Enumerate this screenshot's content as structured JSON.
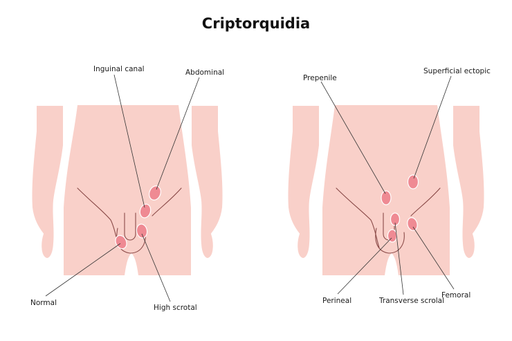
{
  "title": "Criptorquidia",
  "left_figure": {
    "labels": {
      "inguinal_canal": "Inguinal canal",
      "abdominal": "Abdominal",
      "normal": "Normal",
      "high_scrotal": "High scrotal"
    }
  },
  "right_figure": {
    "labels": {
      "prepenile": "Prepenile",
      "superficial_ectopic": "Superficial ectopic",
      "perineal": "Perineal",
      "transverse_scrotal": "Transverse scrolal",
      "femoral": "Femoral"
    }
  },
  "colors": {
    "skin": "#f9d0c9",
    "testis": "#ef8a93",
    "contour": "#8a4a48",
    "leader_line": "#333333"
  }
}
